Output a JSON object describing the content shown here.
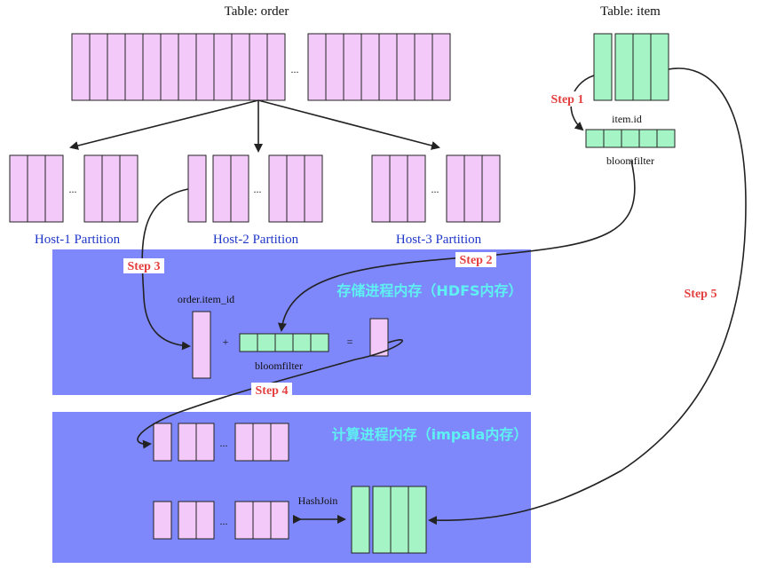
{
  "tables": {
    "order_title": "Table: order",
    "item_title": "Table: item"
  },
  "hosts": [
    {
      "label": "Host-1 Partition"
    },
    {
      "label": "Host-2 Partition"
    },
    {
      "label": "Host-3 Partition"
    }
  ],
  "labels": {
    "item_id": "item.id",
    "bloomfilter_top": "bloomfilter",
    "order_item_id": "order.item_id",
    "bloomfilter_mid": "bloomfilter",
    "plus": "+",
    "equals": "=",
    "hashjoin": "HashJoin",
    "ellipsis": "..."
  },
  "memory": {
    "storage": "存储进程内存（HDFS内存）",
    "compute": "计算进程内存（impala内存）"
  },
  "steps": {
    "step1": "Step 1",
    "step2": "Step 2",
    "step3": "Step 3",
    "step4": "Step 4",
    "step5": "Step 5"
  },
  "colors": {
    "order_block": "#f2c9f8",
    "item_block": "#a5f4c6",
    "memory_panel": "#7f88fb",
    "host_label": "#1f37c9",
    "step_label": "#e43f3f",
    "memory_label": "#5ef0f2"
  }
}
